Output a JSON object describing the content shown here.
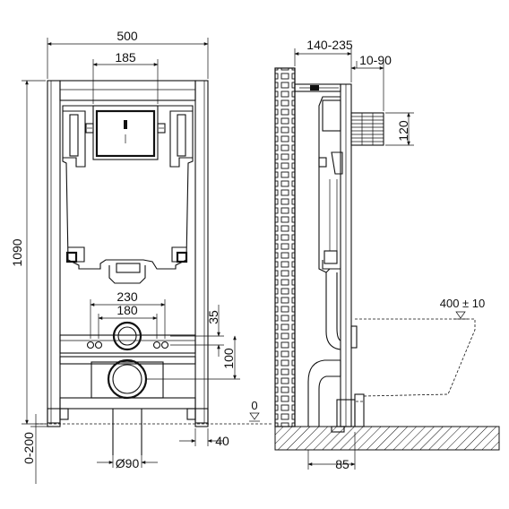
{
  "front_view": {
    "dims": {
      "overall_width": "500",
      "flush_plate_width": "185",
      "height": "1090",
      "fixing_holes_outer": "230",
      "fixing_holes_inner": "180",
      "hole_offset": "35",
      "drain_offset": "100",
      "foot_adjustment": "0-200",
      "foot_offset": "40",
      "drain_diameter": "Ø90"
    }
  },
  "side_view": {
    "dims": {
      "wall_distance": "140-235",
      "pipe_offset": "10-90",
      "inlet_height": "120",
      "bowl_height": "400 ± 10",
      "floor_level": "0",
      "drain_depth": "85"
    }
  }
}
